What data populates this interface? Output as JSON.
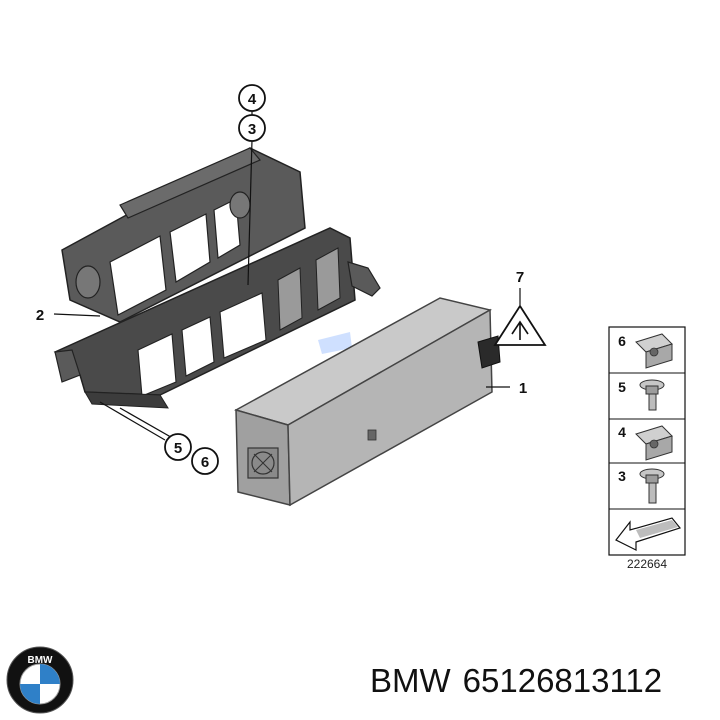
{
  "callouts": {
    "c1": "1",
    "c2": "2",
    "c3": "3",
    "c4": "4",
    "c5": "5",
    "c6": "6",
    "c7": "7"
  },
  "legend": {
    "items": [
      "6",
      "5",
      "4",
      "3"
    ],
    "reference_number": "222664"
  },
  "caption": {
    "brand": "BMW",
    "part_number": "65126813112"
  },
  "logo": {
    "text": "BMW",
    "colors": {
      "ring": "#111111",
      "blue": "#2f80c8",
      "white": "#ffffff"
    }
  },
  "colors": {
    "bracket": "#4a4a4a",
    "module_top": "#c7c7c7",
    "module_front": "#9a9a9a",
    "module_side": "#b3b3b3"
  }
}
